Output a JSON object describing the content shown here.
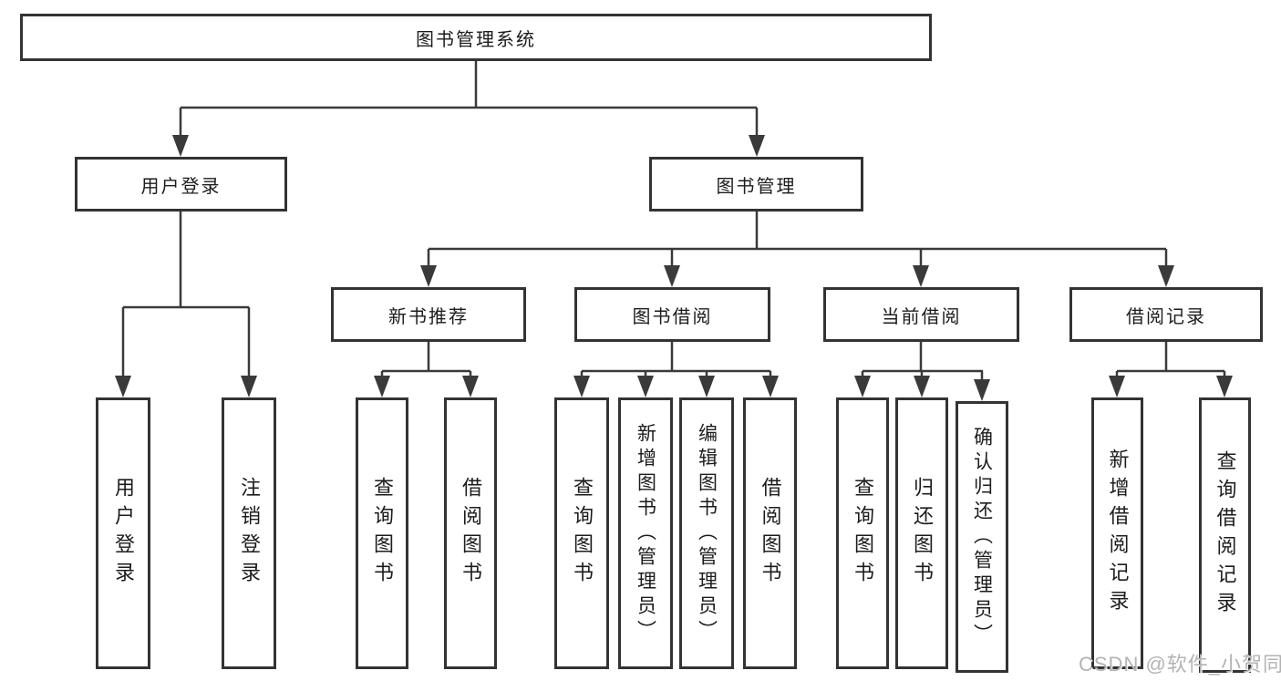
{
  "tree": {
    "label": "图书管理系统",
    "children": [
      {
        "label": "用户登录",
        "children": [
          {
            "label": "用户登录"
          },
          {
            "label": "注销登录"
          }
        ]
      },
      {
        "label": "图书管理",
        "children": [
          {
            "label": "新书推荐",
            "children": [
              {
                "label": "查询图书"
              },
              {
                "label": "借阅图书"
              }
            ]
          },
          {
            "label": "图书借阅",
            "children": [
              {
                "label": "查询图书"
              },
              {
                "label": "新增图书（管理员）"
              },
              {
                "label": "编辑图书（管理员）"
              },
              {
                "label": "借阅图书"
              }
            ]
          },
          {
            "label": "当前借阅",
            "children": [
              {
                "label": "查询图书"
              },
              {
                "label": "归还图书"
              },
              {
                "label": "确认归还（管理员）"
              }
            ]
          },
          {
            "label": "借阅记录",
            "children": [
              {
                "label": "新增借阅记录"
              },
              {
                "label": "查询借阅记录"
              }
            ]
          }
        ]
      }
    ]
  },
  "watermark": {
    "text": "CSDN @软件_小贺同学"
  },
  "colors": {
    "background": "#ffffff",
    "line": "#3a3a3a",
    "box_border": "#333333",
    "text": "#1c1c1c",
    "watermark": "#b3b3b3"
  }
}
